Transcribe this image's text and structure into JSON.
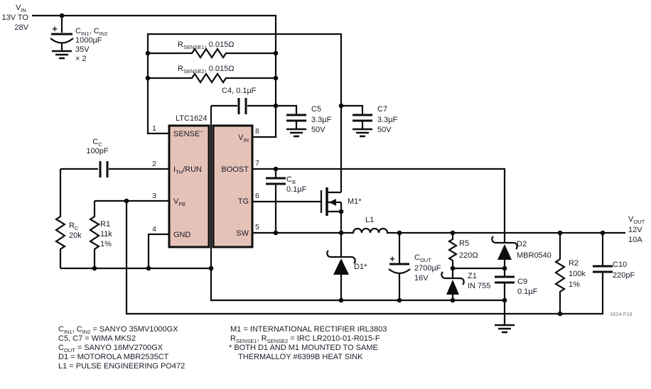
{
  "colors": {
    "wire": "#0d0d0d",
    "ic_fill": "#e5c2b8",
    "fig_text": "#777777"
  },
  "input": {
    "rail_label": [
      {
        "t": "V"
      },
      {
        "t": "IN",
        "v": "sub"
      }
    ],
    "range1": "13V TO",
    "range2": "28V",
    "cin": {
      "plus": "+",
      "name": [
        {
          "t": "C"
        },
        {
          "t": "IN1",
          "v": "sub"
        },
        {
          "t": ", C"
        },
        {
          "t": "IN2",
          "v": "sub"
        }
      ],
      "value": "1000µF",
      "voltage": "35V",
      "qty": "× 2"
    }
  },
  "sense": {
    "r1": [
      {
        "t": "R"
      },
      {
        "t": "SENSE1",
        "v": "sub"
      },
      {
        "t": ", 0.015Ω"
      }
    ],
    "r2": [
      {
        "t": "R"
      },
      {
        "t": "SENSE2",
        "v": "sub"
      },
      {
        "t": ", 0.015Ω"
      }
    ]
  },
  "ic": {
    "part": "LTC1624",
    "pins": {
      "p1": {
        "num": "1",
        "name": [
          {
            "t": "SENSE"
          },
          {
            "t": "−",
            "v": "sup"
          }
        ]
      },
      "p2": {
        "num": "2",
        "name": [
          {
            "t": "I"
          },
          {
            "t": "TH",
            "v": "sub"
          },
          {
            "t": "/RUN"
          }
        ]
      },
      "p3": {
        "num": "3",
        "name": [
          {
            "t": "V"
          },
          {
            "t": "FB",
            "v": "sub"
          }
        ]
      },
      "p4": {
        "num": "4",
        "name": "GND"
      },
      "p5": {
        "num": "5",
        "name": "SW"
      },
      "p6": {
        "num": "6",
        "name": "TG"
      },
      "p7": {
        "num": "7",
        "name": "BOOST"
      },
      "p8": {
        "num": "8",
        "name": [
          {
            "t": "V"
          },
          {
            "t": "IN",
            "v": "sub"
          }
        ]
      }
    }
  },
  "caps": {
    "c4": "C4, 0.1µF",
    "c5": {
      "name": "C5",
      "value": "3.3µF",
      "voltage": "50V"
    },
    "c7": {
      "name": "C7",
      "value": "3.3µF",
      "voltage": "50V"
    },
    "cb": {
      "name": [
        {
          "t": "C"
        },
        {
          "t": "B",
          "v": "sub"
        }
      ],
      "value": "0.1µF"
    },
    "cc": {
      "name": [
        {
          "t": "C"
        },
        {
          "t": "C",
          "v": "sub"
        }
      ],
      "value": "100pF"
    },
    "cout": {
      "plus": "+",
      "name": [
        {
          "t": "C"
        },
        {
          "t": "OUT",
          "v": "sub"
        }
      ],
      "value": "2700µF",
      "voltage": "16V"
    },
    "c9": {
      "name": "C9",
      "value": "0.1µF"
    },
    "c10": {
      "name": "C10",
      "value": "220pF"
    }
  },
  "resistors": {
    "rc": {
      "name": [
        {
          "t": "R"
        },
        {
          "t": "C",
          "v": "sub"
        }
      ],
      "value": "20k"
    },
    "r1": {
      "name": "R1",
      "value": "11k",
      "tol": "1%"
    },
    "r5": {
      "name": "R5",
      "value": "220Ω"
    },
    "r2": {
      "name": "R2",
      "value": "100k",
      "tol": "1%"
    }
  },
  "semis": {
    "m1": "M1*",
    "d1": "D1*",
    "l1": "L1",
    "d2": {
      "name": "D2",
      "part": "MBR0540"
    },
    "z1": {
      "name": "Z1",
      "part": "IN 755"
    }
  },
  "output": {
    "label": [
      {
        "t": "V"
      },
      {
        "t": "OUT",
        "v": "sub"
      }
    ],
    "v": "12V",
    "i": "10A"
  },
  "fig_id": "1624 F18",
  "notes": {
    "left": [
      [
        {
          "t": "C"
        },
        {
          "t": "IN1",
          "v": "sub"
        },
        {
          "t": ", C"
        },
        {
          "t": "IN2",
          "v": "sub"
        },
        {
          "t": " = SANYO 35MV1000GX"
        }
      ],
      [
        {
          "t": "C5, C7 = WIMA MKS2"
        }
      ],
      [
        {
          "t": "C"
        },
        {
          "t": "OUT",
          "v": "sub"
        },
        {
          "t": " = SANYO 16MV2700GX"
        }
      ],
      [
        {
          "t": "D1 = MOTOROLA MBR2535CT"
        }
      ],
      [
        {
          "t": "L1 = PULSE ENGINEERING PO472"
        }
      ]
    ],
    "right": [
      [
        {
          "t": "M1 = INTERNATIONAL RECTIFIER  IRL3803"
        }
      ],
      [
        {
          "t": "R"
        },
        {
          "t": "SENSE1",
          "v": "sub"
        },
        {
          "t": ", R"
        },
        {
          "t": "SENSE2",
          "v": "sub"
        },
        {
          "t": " = IRC LR2010-01-R015-F"
        }
      ],
      [
        {
          "t": "* BOTH D1 AND M1 MOUNTED TO SAME"
        }
      ],
      [
        {
          "t": "THERMALLOY #6399B HEAT SINK"
        }
      ]
    ]
  }
}
